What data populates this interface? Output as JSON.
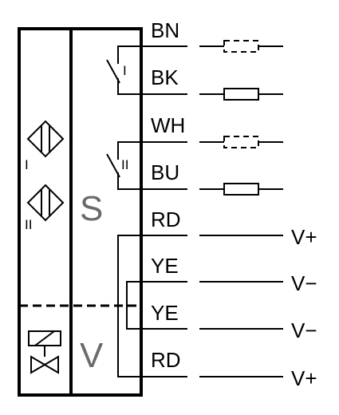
{
  "sections": {
    "sensor": "S",
    "valve": "V"
  },
  "sensor_labels": {
    "one": "I",
    "two": "II"
  },
  "switch_labels": {
    "one": "I",
    "two": "II"
  },
  "wires": [
    {
      "color": "BN",
      "load": "optional"
    },
    {
      "color": "BK",
      "load": "resistor"
    },
    {
      "color": "WH",
      "load": "optional"
    },
    {
      "color": "BU",
      "load": "resistor"
    },
    {
      "color": "RD",
      "terminal": "V+"
    },
    {
      "color": "YE",
      "terminal": "V−"
    },
    {
      "color": "YE",
      "terminal": "V−"
    },
    {
      "color": "RD",
      "terminal": "V+"
    }
  ]
}
